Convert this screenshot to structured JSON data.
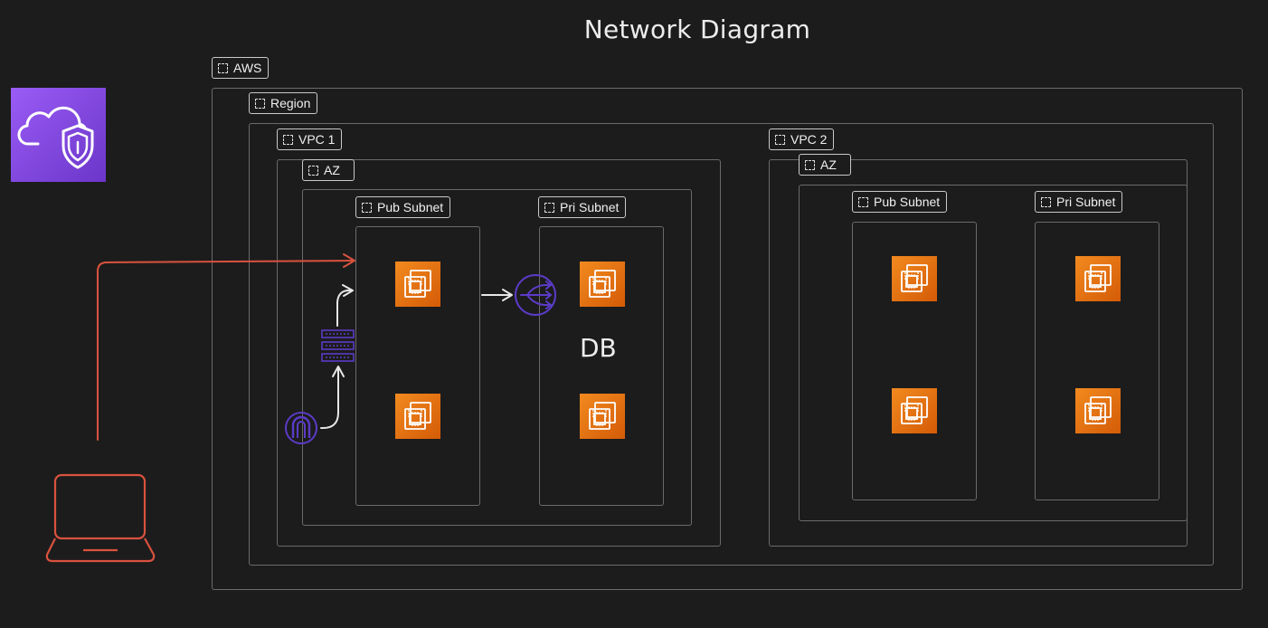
{
  "diagram": {
    "title": "Network Diagram",
    "db_label": "DB",
    "icons": {
      "security_service": "cloud-shield-icon",
      "client": "laptop-icon",
      "compute": "ec2-instance-icon",
      "nat": "nat-gateway-icon",
      "route_table": "route-table-icon",
      "internet_gateway": "internet-gateway-icon"
    },
    "colors": {
      "background": "#1c1c1c",
      "ec2": "#e8730f",
      "security": "#7d45e0",
      "client_path": "#d9523e",
      "network": "#5b3bc7"
    }
  },
  "groups": {
    "aws": "AWS",
    "region": "Region",
    "vpc1": {
      "label": "VPC 1",
      "az": "AZ",
      "pub_subnet": "Pub Subnet",
      "pri_subnet": "Pri Subnet"
    },
    "vpc2": {
      "label": "VPC 2",
      "az": "AZ",
      "pub_subnet": "Pub Subnet",
      "pri_subnet": "Pri Subnet"
    }
  }
}
